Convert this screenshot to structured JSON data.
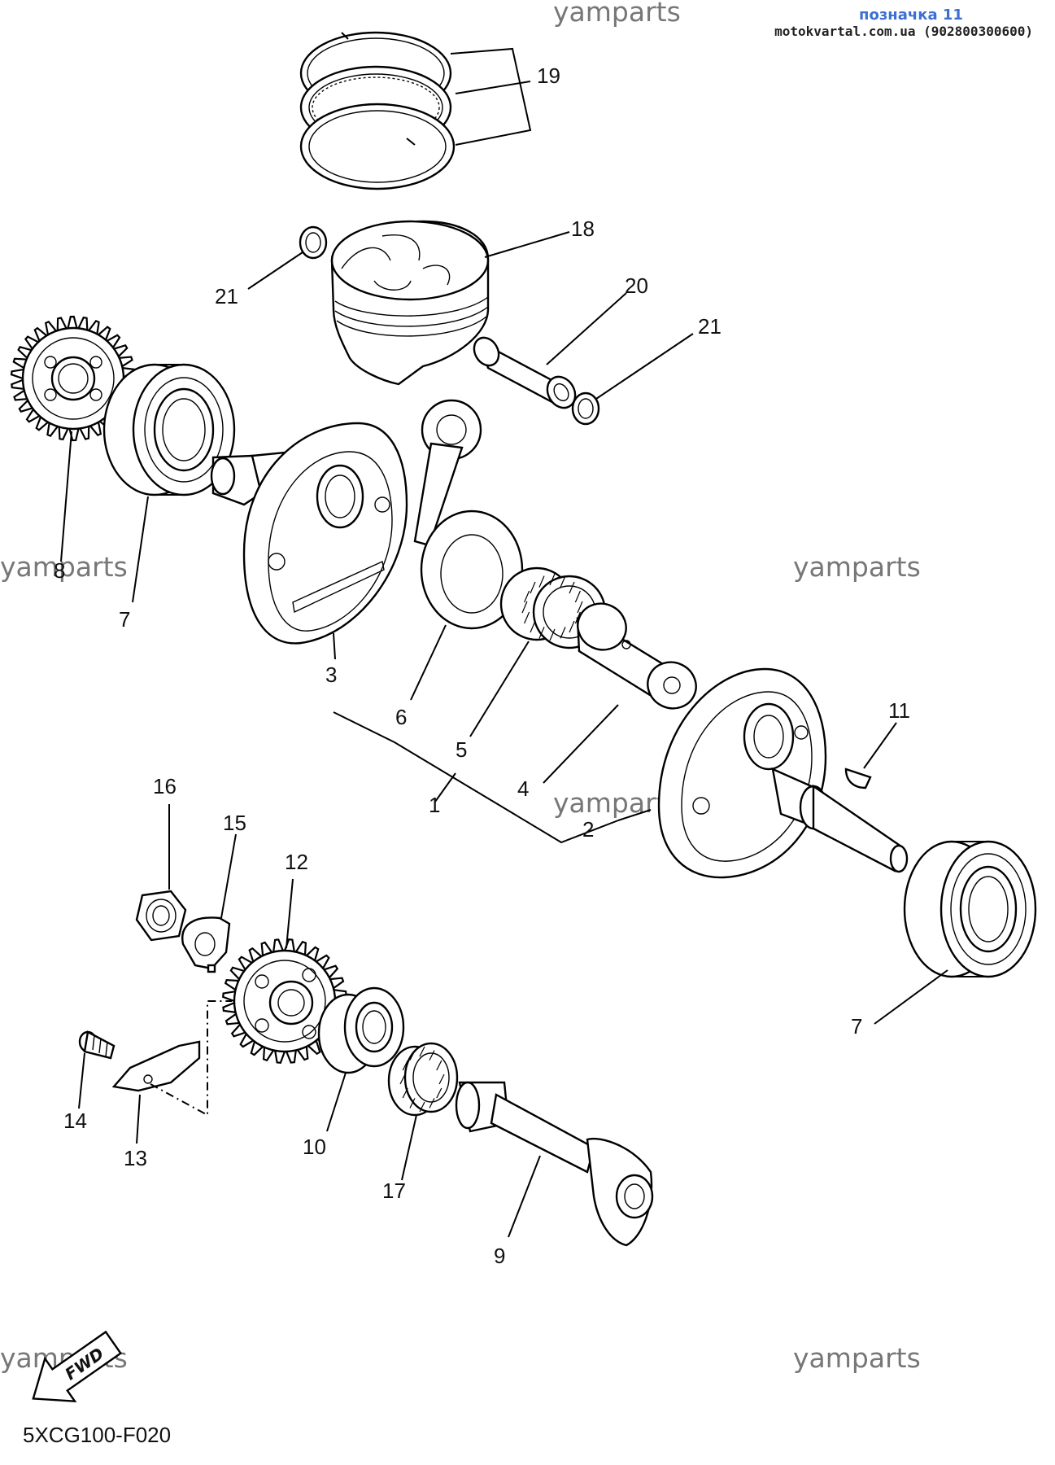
{
  "header": {
    "label": "позначка 11",
    "site": "motokvartal.com.ua (902800300600)"
  },
  "watermarks": [
    "yamparts",
    "yamparts",
    "yamparts",
    "yamparts",
    "yamparts",
    "yamparts"
  ],
  "part_numbers": {
    "p1": "1",
    "p2": "2",
    "p3": "3",
    "p4": "4",
    "p5": "5",
    "p6": "6",
    "p7a": "7",
    "p7b": "7",
    "p8": "8",
    "p9": "9",
    "p10": "10",
    "p11": "11",
    "p12": "12",
    "p13": "13",
    "p14": "14",
    "p15": "15",
    "p16": "16",
    "p17": "17",
    "p18": "18",
    "p19": "19",
    "p20": "20",
    "p21a": "21",
    "p21b": "21"
  },
  "fwd_label": "FWD",
  "diagram_code": "5XCG100-F020"
}
